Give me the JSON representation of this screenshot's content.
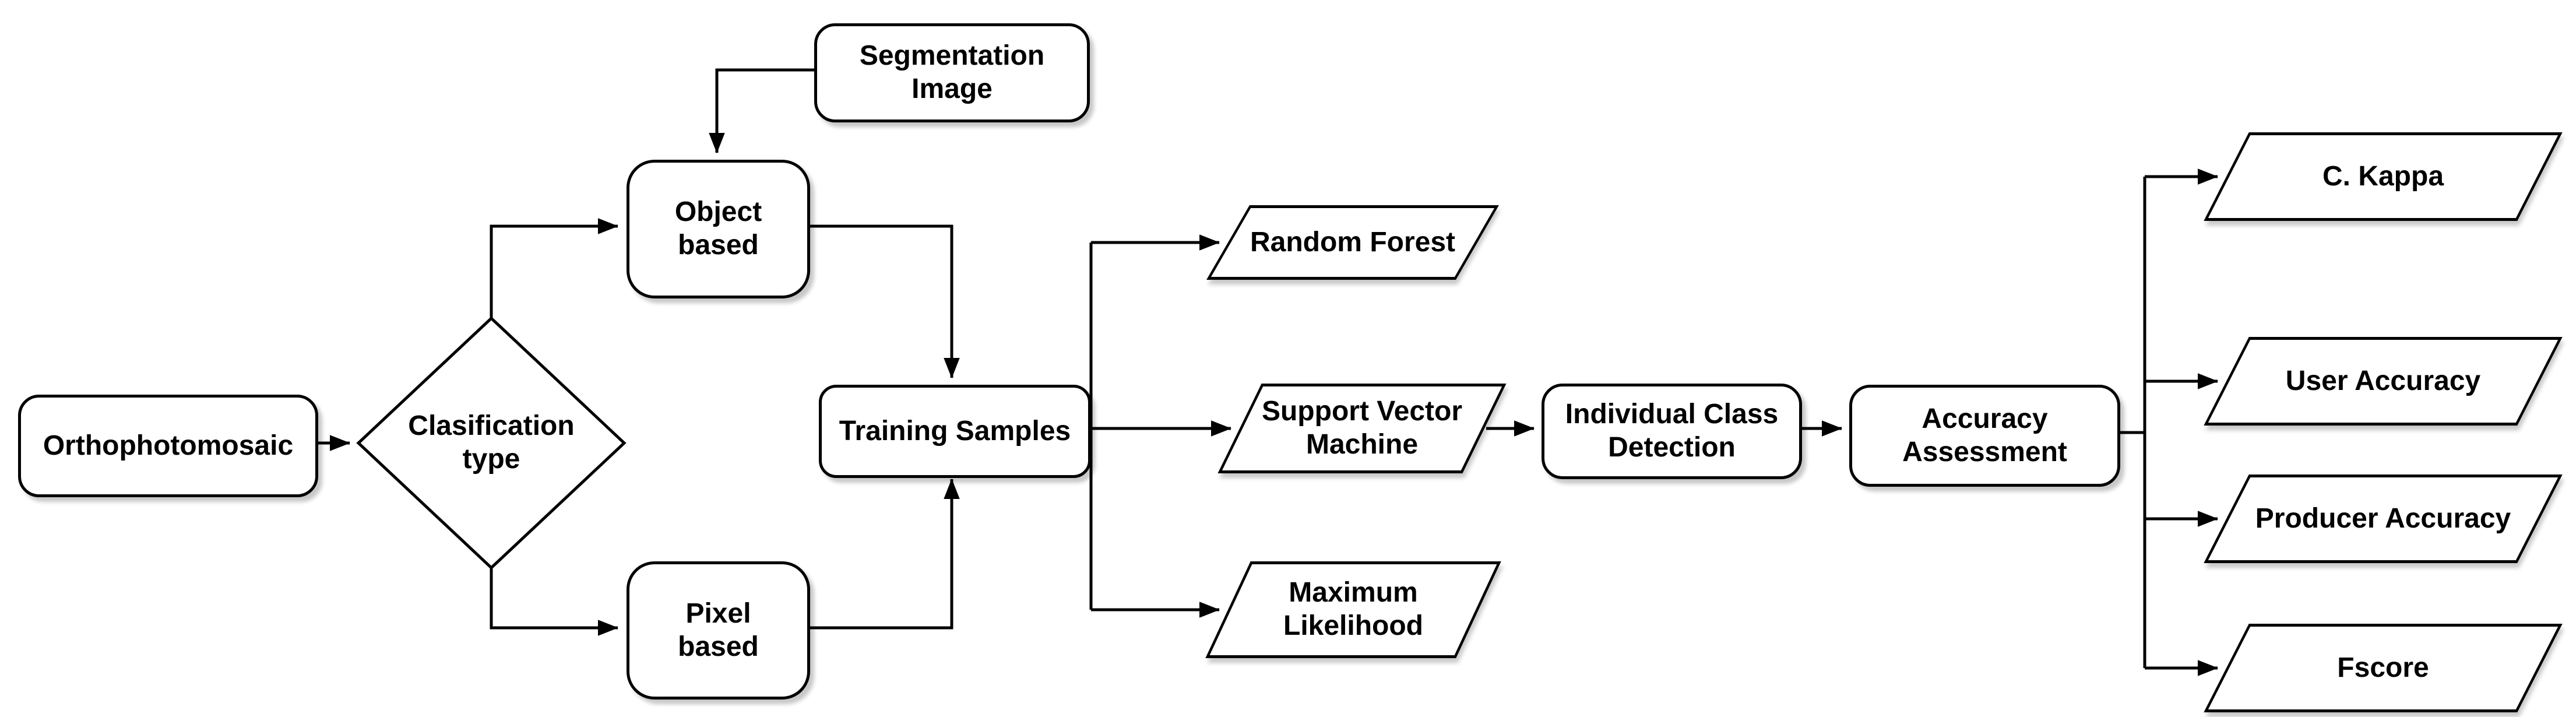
{
  "diagram": {
    "type": "flowchart",
    "colors": {
      "stroke": "#000000",
      "shape_fill": "#ffffff",
      "background": "#ffffff",
      "text": "#000000"
    },
    "nodes": {
      "orthophotomosaic": {
        "label": "Orthophotomosaic",
        "shape": "rounded-rectangle"
      },
      "clasification_type": {
        "label": "Clasification\ntype",
        "shape": "diamond"
      },
      "segmentation_image": {
        "label": "Segmentation\nImage",
        "shape": "rounded-rectangle"
      },
      "object_based": {
        "label": "Object\nbased",
        "shape": "rounded-rectangle"
      },
      "pixel_based": {
        "label": "Pixel\nbased",
        "shape": "rounded-rectangle"
      },
      "training_samples": {
        "label": "Training Samples",
        "shape": "rounded-rectangle"
      },
      "random_forest": {
        "label": "Random Forest",
        "shape": "parallelogram"
      },
      "support_vector_machine": {
        "label": "Support Vector\nMachine",
        "shape": "parallelogram"
      },
      "maximum_likelihood": {
        "label": "Maximum\nLikelihood",
        "shape": "parallelogram"
      },
      "individual_class_detection": {
        "label": "Individual Class\nDetection",
        "shape": "rounded-rectangle"
      },
      "accuracy_assessment": {
        "label": "Accuracy\nAssessment",
        "shape": "rounded-rectangle"
      },
      "c_kappa": {
        "label": "C. Kappa",
        "shape": "parallelogram"
      },
      "user_accuracy": {
        "label": "User Accuracy",
        "shape": "parallelogram"
      },
      "producer_accuracy": {
        "label": "Producer Accuracy",
        "shape": "parallelogram"
      },
      "fscore": {
        "label": "Fscore",
        "shape": "parallelogram"
      }
    },
    "connections": [
      {
        "from": "orthophotomosaic",
        "to": "clasification_type"
      },
      {
        "from": "clasification_type",
        "to": "object_based"
      },
      {
        "from": "clasification_type",
        "to": "pixel_based"
      },
      {
        "from": "segmentation_image",
        "to": "object_based"
      },
      {
        "from": "object_based",
        "to": "training_samples"
      },
      {
        "from": "pixel_based",
        "to": "training_samples"
      },
      {
        "from": "training_samples",
        "to": "random_forest"
      },
      {
        "from": "training_samples",
        "to": "support_vector_machine"
      },
      {
        "from": "training_samples",
        "to": "maximum_likelihood"
      },
      {
        "from": "support_vector_machine",
        "to": "individual_class_detection"
      },
      {
        "from": "individual_class_detection",
        "to": "accuracy_assessment"
      },
      {
        "from": "accuracy_assessment",
        "to": "c_kappa"
      },
      {
        "from": "accuracy_assessment",
        "to": "user_accuracy"
      },
      {
        "from": "accuracy_assessment",
        "to": "producer_accuracy"
      },
      {
        "from": "accuracy_assessment",
        "to": "fscore"
      }
    ]
  }
}
